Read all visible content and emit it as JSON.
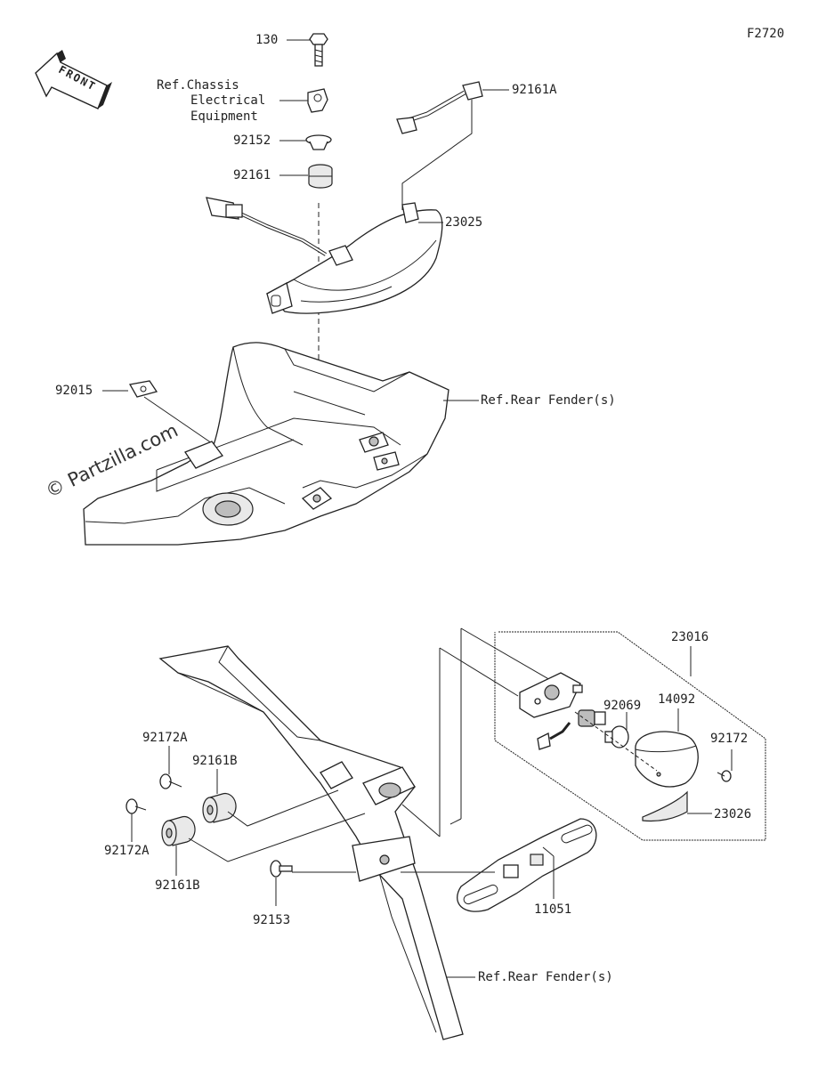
{
  "figure_code": "F2720",
  "watermark": "© Partzilla.com",
  "front_arrow_text": "FRONT",
  "labels": {
    "p130": "130",
    "ref_chassis_1": "Ref.Chassis",
    "ref_chassis_2": "Electrical",
    "ref_chassis_3": "Equipment",
    "p92152": "92152",
    "p92161": "92161",
    "p92161a": "92161A",
    "p23025": "23025",
    "p92015": "92015",
    "ref_rear_fender_top": "Ref.Rear Fender(s)",
    "p23016": "23016",
    "p92069": "92069",
    "p14092": "14092",
    "p92172": "92172",
    "p23026": "23026",
    "p92172a_top": "92172A",
    "p92161b_top": "92161B",
    "p92172a_bottom": "92172A",
    "p92161b_bottom": "92161B",
    "p92153": "92153",
    "p11051": "11051",
    "ref_rear_fender_bottom": "Ref.Rear Fender(s)"
  }
}
